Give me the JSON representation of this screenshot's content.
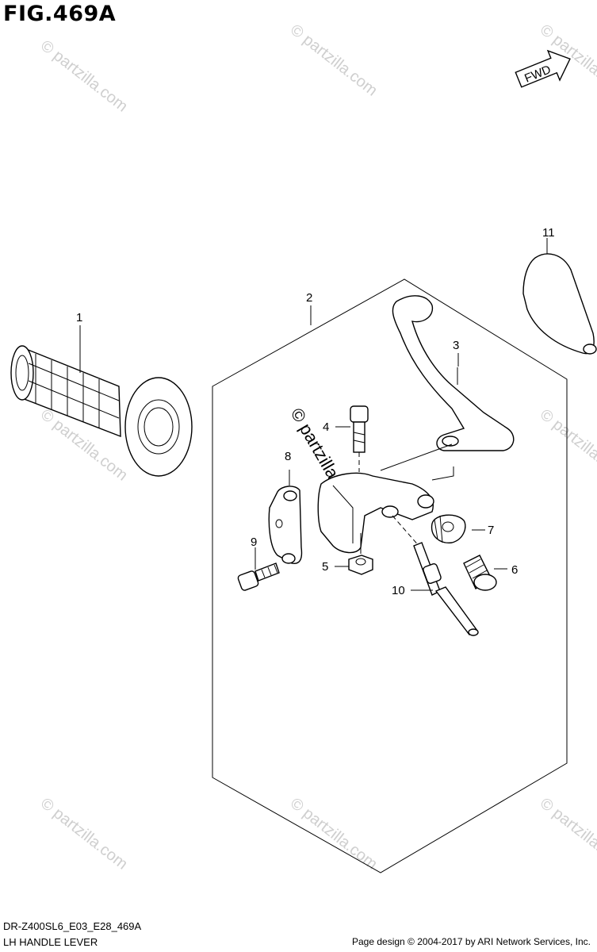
{
  "figure": {
    "title": "FIG.469A",
    "fwd_label": "FWD",
    "model_code": "DR-Z400SL6_E03_E28_469A",
    "section_name": "LH HANDLE LEVER",
    "page_credit": "Page design © 2004-2017 by ARI Network Services, Inc."
  },
  "watermark": {
    "text": "© partzilla.com"
  },
  "callouts": [
    {
      "id": "1"
    },
    {
      "id": "2"
    },
    {
      "id": "3"
    },
    {
      "id": "4"
    },
    {
      "id": "5"
    },
    {
      "id": "6"
    },
    {
      "id": "7"
    },
    {
      "id": "8"
    },
    {
      "id": "9"
    },
    {
      "id": "10"
    },
    {
      "id": "11"
    }
  ]
}
